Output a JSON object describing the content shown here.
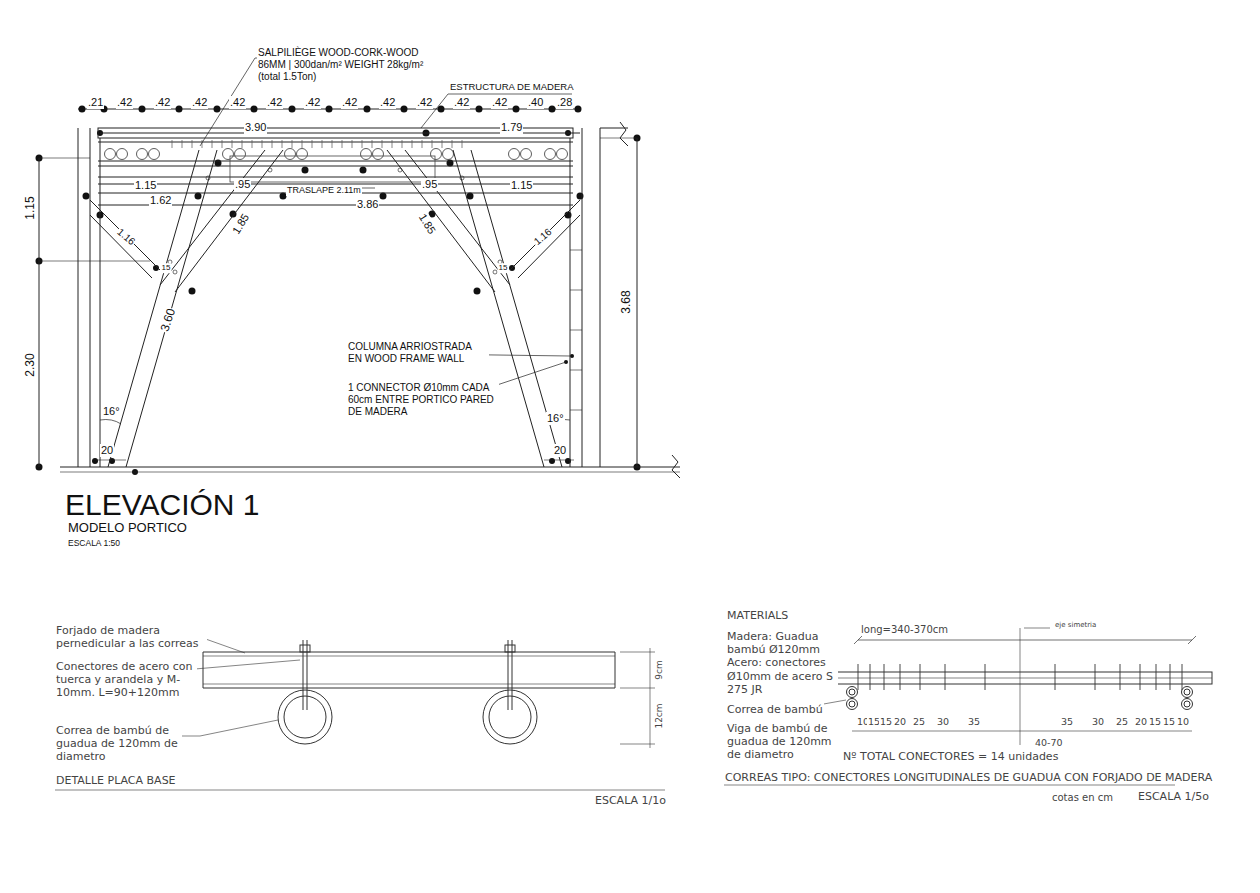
{
  "diagram": {
    "title": "ELEVACIÓN 1",
    "labels": [
      "SALPILIÈGE WOOD-CORK-WOOD 86MM | 300dan/m² WEIGHT 28kg/m² (total 1.5Ton)",
      "ESTRUCTURA DE MADERA",
      ".21",
      ".42",
      ".42",
      ".42",
      ".42",
      ".42",
      ".42",
      ".42",
      ".42",
      ".42",
      ".42",
      ".42",
      ".40",
      ".28",
      "3.90",
      "1.79",
      "1.15",
      "1.62",
      ".95",
      "TRASLAPE 2.11m",
      ".95",
      "1.15",
      "3.86",
      "1.16",
      "1.85",
      "1.85",
      "1.16",
      "15",
      "15",
      "3.60",
      "1.15",
      "2.30",
      "3.68",
      "16°",
      "16°",
      "20",
      "20",
      "COLUMNA ARRIOSTRADA EN WOOD FRAME WALL",
      "1 CONNECTOR Ø10mm CADA 60cm ENTRE PORTICO PARED DE MADERA",
      "MODELO PORTICO",
      "ESCALA 1:50",
      "Forjado de madera pernedicular a las correas",
      "Conectores de acero con tuerca y arandela y M-10mm. L=90+120mm",
      "Correa de bambú de guadua de 120mm de diametro",
      "9cm",
      "12cm",
      "DETALLE PLACA BASE",
      "ESCALA 1/1o",
      "MATERIALS",
      "Madera: Guadua bambú Ø120mm Acero: conectores Ø10mm de acero S 275 JR",
      "long=340-370cm",
      "eje simetria",
      "Correa de bambú",
      "Viga de bambú de guadua de 120mm de diametro",
      "10",
      "15",
      "15",
      "20",
      "25",
      "30",
      "35",
      "35",
      "30",
      "25",
      "20",
      "15",
      "15",
      "10",
      "40-70",
      "Nº TOTAL CONECTORES = 14 unidades",
      "CORREAS TIPO: CONECTORES LONGITUDINALES DE GUADUA CON FORJADO DE MADERA",
      "cotas en cm",
      "ESCALA 1/5o"
    ]
  }
}
